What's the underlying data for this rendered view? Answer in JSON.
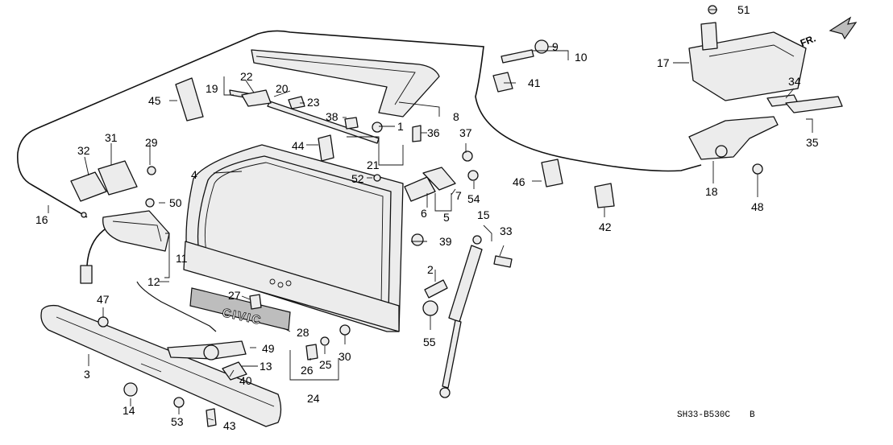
{
  "diagram": {
    "code": "SH33-B530C",
    "sheet": "B",
    "direction_label": "FR.",
    "emblem_text": "CIVIC",
    "labels": [
      "1",
      "2",
      "3",
      "4",
      "5",
      "6",
      "7",
      "8",
      "9",
      "10",
      "11",
      "12",
      "13",
      "14",
      "15",
      "16",
      "17",
      "18",
      "19",
      "20",
      "21",
      "22",
      "23",
      "24",
      "25",
      "26",
      "27",
      "28",
      "29",
      "30",
      "31",
      "32",
      "33",
      "34",
      "35",
      "36",
      "37",
      "38",
      "39",
      "40",
      "41",
      "42",
      "43",
      "44",
      "45",
      "46",
      "47",
      "48",
      "49",
      "50",
      "51",
      "52",
      "53",
      "54",
      "55"
    ]
  }
}
